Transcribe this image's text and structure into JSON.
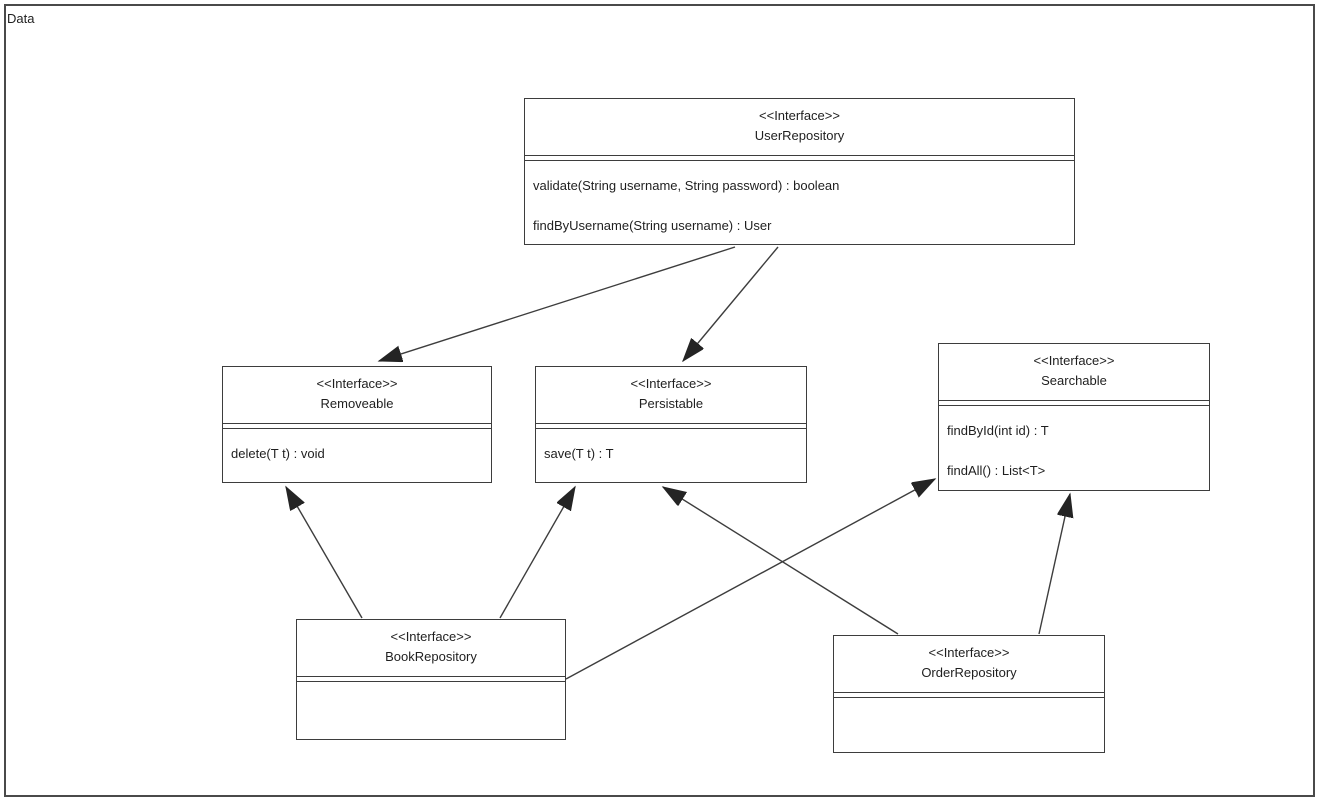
{
  "frame": {
    "label": "Data"
  },
  "diagram": {
    "nodes": [
      {
        "id": "user-repository",
        "stereotype": "<<Interface>>",
        "name": "UserRepository",
        "methods": [
          "validate(String username, String password) : boolean",
          "findByUsername(String username) : User"
        ]
      },
      {
        "id": "removeable",
        "stereotype": "<<Interface>>",
        "name": "Removeable",
        "methods": [
          "delete(T t) : void"
        ]
      },
      {
        "id": "persistable",
        "stereotype": "<<Interface>>",
        "name": "Persistable",
        "methods": [
          "save(T t) : T"
        ]
      },
      {
        "id": "searchable",
        "stereotype": "<<Interface>>",
        "name": "Searchable",
        "methods": [
          "findById(int id) : T",
          "findAll() : List<T>"
        ]
      },
      {
        "id": "book-repository",
        "stereotype": "<<Interface>>",
        "name": "BookRepository",
        "methods": []
      },
      {
        "id": "order-repository",
        "stereotype": "<<Interface>>",
        "name": "OrderRepository",
        "methods": []
      }
    ],
    "edges": [
      {
        "from": "UserRepository",
        "to": "Removeable",
        "type": "generalization"
      },
      {
        "from": "UserRepository",
        "to": "Persistable",
        "type": "generalization"
      },
      {
        "from": "BookRepository",
        "to": "Removeable",
        "type": "generalization"
      },
      {
        "from": "BookRepository",
        "to": "Persistable",
        "type": "generalization"
      },
      {
        "from": "BookRepository",
        "to": "Searchable",
        "type": "generalization"
      },
      {
        "from": "OrderRepository",
        "to": "Persistable",
        "type": "generalization"
      },
      {
        "from": "OrderRepository",
        "to": "Searchable",
        "type": "generalization"
      }
    ]
  },
  "colors": {
    "line": "#3d3d3d",
    "arrowhead": "#242424",
    "frame_border": "#4a4a4a",
    "background": "#ffffff",
    "text": "#1f1f1f"
  }
}
